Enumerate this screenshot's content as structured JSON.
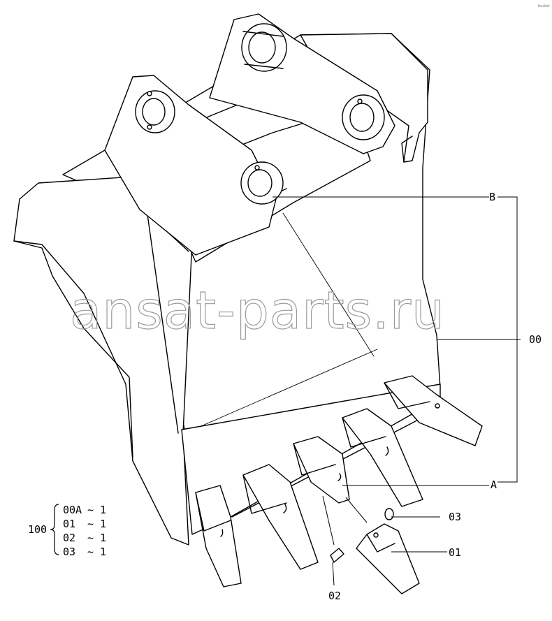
{
  "watermark": "ansat-parts.ru",
  "corner_mark": "bucket",
  "callouts": {
    "b": "B",
    "a": "A",
    "p00": "00",
    "p03": "03",
    "p01": "01",
    "p02": "02"
  },
  "parts_list": {
    "assembly": "100",
    "rows": [
      {
        "code": "00A",
        "qty": "~ 1"
      },
      {
        "code": "01",
        "qty": "~ 1"
      },
      {
        "code": "02",
        "qty": "~ 1"
      },
      {
        "code": "03",
        "qty": "~ 1"
      }
    ]
  }
}
